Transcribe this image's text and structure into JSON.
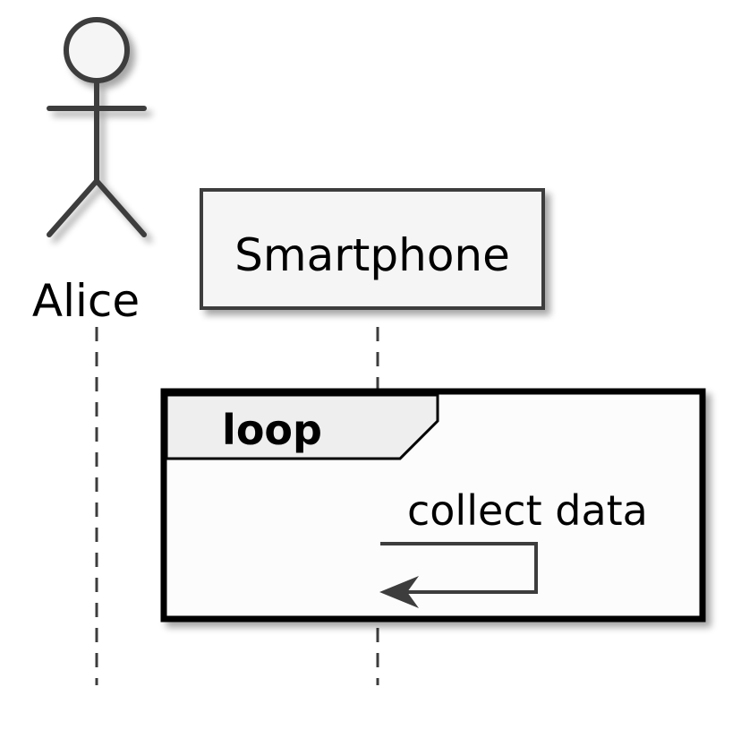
{
  "participants": {
    "alice": {
      "label": "Alice",
      "kind": "actor"
    },
    "smartphone": {
      "label": "Smartphone",
      "kind": "participant"
    }
  },
  "fragment": {
    "label": "loop"
  },
  "message": {
    "label": "collect data",
    "from": "Smartphone",
    "to": "Smartphone"
  },
  "colors": {
    "line": "#3d3d3d",
    "box_fill": "#f5f5f5",
    "fragment_header_fill": "#eeeeee",
    "fragment_fill": "#fcfcfc",
    "shadow": "#bdbdbd"
  }
}
